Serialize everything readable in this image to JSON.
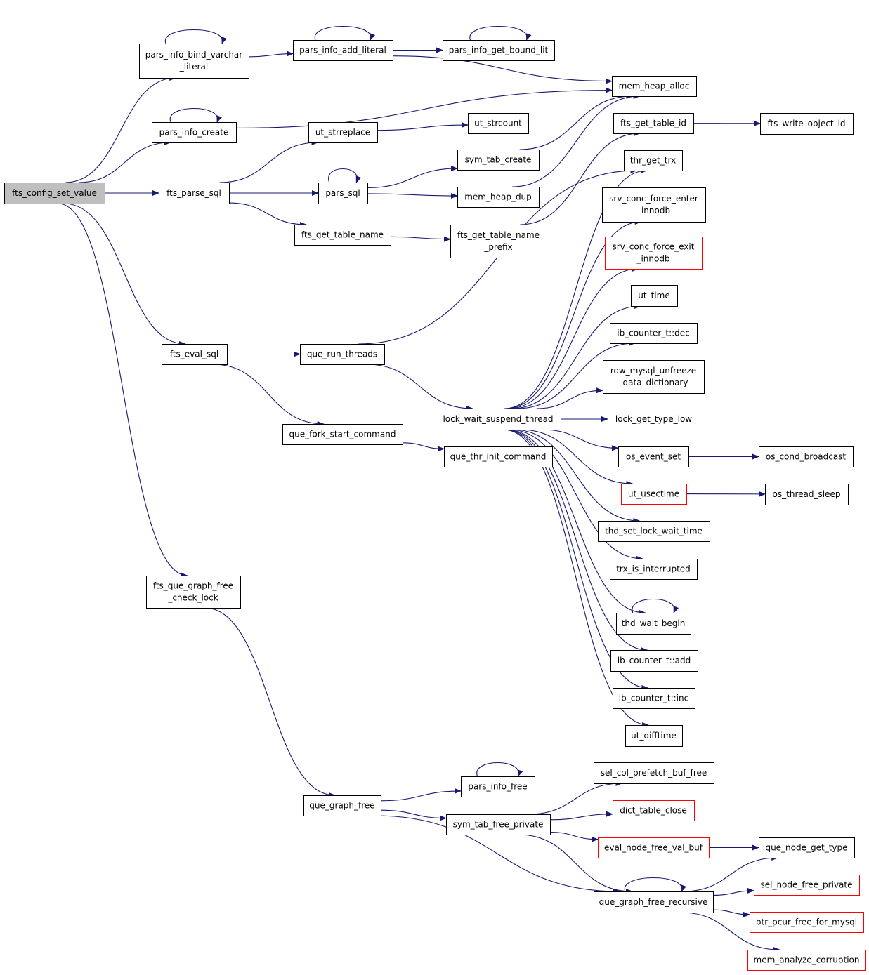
{
  "colors": {
    "edge": "#191970",
    "node_border": "#000000",
    "node_border_truncated": "#ff0000",
    "node_fill": "#ffffff",
    "root_fill": "#bfbfbf",
    "text": "#000000"
  },
  "nodes": [
    {
      "id": "n_root",
      "lines": [
        "fts_config_set_value"
      ],
      "style": "root"
    },
    {
      "id": "n_bindvar",
      "lines": [
        "pars_info_bind_varchar",
        "_literal"
      ]
    },
    {
      "id": "n_addlit",
      "lines": [
        "pars_info_add_literal"
      ]
    },
    {
      "id": "n_getbound",
      "lines": [
        "pars_info_get_bound_lit"
      ]
    },
    {
      "id": "n_heapalloc",
      "lines": [
        "mem_heap_alloc"
      ]
    },
    {
      "id": "n_infocreate",
      "lines": [
        "pars_info_create"
      ]
    },
    {
      "id": "n_strreplace",
      "lines": [
        "ut_strreplace"
      ]
    },
    {
      "id": "n_strcount",
      "lines": [
        "ut_strcount"
      ]
    },
    {
      "id": "n_tableid",
      "lines": [
        "fts_get_table_id"
      ]
    },
    {
      "id": "n_writeobj",
      "lines": [
        "fts_write_object_id"
      ]
    },
    {
      "id": "n_symtab",
      "lines": [
        "sym_tab_create"
      ]
    },
    {
      "id": "n_thrgettrx",
      "lines": [
        "thr_get_trx"
      ]
    },
    {
      "id": "n_parsesql",
      "lines": [
        "fts_parse_sql"
      ]
    },
    {
      "id": "n_parssql",
      "lines": [
        "pars_sql"
      ]
    },
    {
      "id": "n_heapdup",
      "lines": [
        "mem_heap_dup"
      ]
    },
    {
      "id": "n_srventer",
      "lines": [
        "srv_conc_force_enter",
        "_innodb"
      ]
    },
    {
      "id": "n_tablename",
      "lines": [
        "fts_get_table_name"
      ]
    },
    {
      "id": "n_tnprefix",
      "lines": [
        "fts_get_table_name",
        "_prefix"
      ]
    },
    {
      "id": "n_srvexit",
      "lines": [
        "srv_conc_force_exit",
        "_innodb"
      ],
      "style": "truncated"
    },
    {
      "id": "n_uttime",
      "lines": [
        "ut_time"
      ]
    },
    {
      "id": "n_icdec",
      "lines": [
        "ib_counter_t::dec"
      ]
    },
    {
      "id": "n_evalsql",
      "lines": [
        "fts_eval_sql"
      ]
    },
    {
      "id": "n_runthreads",
      "lines": [
        "que_run_threads"
      ]
    },
    {
      "id": "n_rowunfreeze",
      "lines": [
        "row_mysql_unfreeze",
        "_data_dictionary"
      ]
    },
    {
      "id": "n_lockwait",
      "lines": [
        "lock_wait_suspend_thread"
      ]
    },
    {
      "id": "n_locktype",
      "lines": [
        "lock_get_type_low"
      ]
    },
    {
      "id": "n_forkstart",
      "lines": [
        "que_fork_start_command"
      ]
    },
    {
      "id": "n_osevset",
      "lines": [
        "os_event_set"
      ]
    },
    {
      "id": "n_oscond",
      "lines": [
        "os_cond_broadcast"
      ]
    },
    {
      "id": "n_thrinit",
      "lines": [
        "que_thr_init_command"
      ]
    },
    {
      "id": "n_usectime",
      "lines": [
        "ut_usectime"
      ],
      "style": "truncated"
    },
    {
      "id": "n_threadsleep",
      "lines": [
        "os_thread_sleep"
      ]
    },
    {
      "id": "n_thdsetlock",
      "lines": [
        "thd_set_lock_wait_time"
      ]
    },
    {
      "id": "n_trxint",
      "lines": [
        "trx_is_interrupted"
      ]
    },
    {
      "id": "n_graphfreelock",
      "lines": [
        "fts_que_graph_free",
        "_check_lock"
      ]
    },
    {
      "id": "n_thdwait",
      "lines": [
        "thd_wait_begin"
      ]
    },
    {
      "id": "n_icadd",
      "lines": [
        "ib_counter_t::add"
      ]
    },
    {
      "id": "n_icinc",
      "lines": [
        "ib_counter_t::inc"
      ]
    },
    {
      "id": "n_difftime",
      "lines": [
        "ut_difftime"
      ]
    },
    {
      "id": "n_infofree",
      "lines": [
        "pars_info_free"
      ]
    },
    {
      "id": "n_selcol",
      "lines": [
        "sel_col_prefetch_buf_free"
      ]
    },
    {
      "id": "n_graphfree",
      "lines": [
        "que_graph_free"
      ]
    },
    {
      "id": "n_dictclose",
      "lines": [
        "dict_table_close"
      ],
      "style": "truncated"
    },
    {
      "id": "n_symfree",
      "lines": [
        "sym_tab_free_private"
      ]
    },
    {
      "id": "n_evalnode",
      "lines": [
        "eval_node_free_val_buf"
      ],
      "style": "truncated"
    },
    {
      "id": "n_nodetype",
      "lines": [
        "que_node_get_type"
      ]
    },
    {
      "id": "n_selnode",
      "lines": [
        "sel_node_free_private"
      ],
      "style": "truncated"
    },
    {
      "id": "n_gfrec",
      "lines": [
        "que_graph_free_recursive"
      ]
    },
    {
      "id": "n_btrpcur",
      "lines": [
        "btr_pcur_free_for_mysql"
      ],
      "style": "truncated"
    },
    {
      "id": "n_memanalyze",
      "lines": [
        "mem_analyze_corruption"
      ],
      "style": "truncated"
    }
  ],
  "edges": [
    [
      "n_root",
      "n_bindvar"
    ],
    [
      "n_root",
      "n_infocreate"
    ],
    [
      "n_root",
      "n_parsesql"
    ],
    [
      "n_root",
      "n_evalsql"
    ],
    [
      "n_root",
      "n_graphfreelock"
    ],
    [
      "n_bindvar",
      "n_bindvar"
    ],
    [
      "n_bindvar",
      "n_addlit"
    ],
    [
      "n_addlit",
      "n_addlit"
    ],
    [
      "n_addlit",
      "n_getbound"
    ],
    [
      "n_addlit",
      "n_heapalloc"
    ],
    [
      "n_getbound",
      "n_getbound"
    ],
    [
      "n_infocreate",
      "n_infocreate"
    ],
    [
      "n_infocreate",
      "n_heapalloc"
    ],
    [
      "n_parsesql",
      "n_strreplace"
    ],
    [
      "n_parsesql",
      "n_parssql"
    ],
    [
      "n_parsesql",
      "n_tablename"
    ],
    [
      "n_strreplace",
      "n_strcount"
    ],
    [
      "n_parssql",
      "n_parssql"
    ],
    [
      "n_parssql",
      "n_symtab"
    ],
    [
      "n_parssql",
      "n_heapdup"
    ],
    [
      "n_symtab",
      "n_heapalloc"
    ],
    [
      "n_heapdup",
      "n_heapalloc"
    ],
    [
      "n_tablename",
      "n_tnprefix"
    ],
    [
      "n_tnprefix",
      "n_tableid"
    ],
    [
      "n_tableid",
      "n_writeobj"
    ],
    [
      "n_evalsql",
      "n_runthreads"
    ],
    [
      "n_evalsql",
      "n_forkstart"
    ],
    [
      "n_runthreads",
      "n_thrgettrx"
    ],
    [
      "n_runthreads",
      "n_lockwait"
    ],
    [
      "n_forkstart",
      "n_thrinit"
    ],
    [
      "n_lockwait",
      "n_thrgettrx"
    ],
    [
      "n_lockwait",
      "n_srventer"
    ],
    [
      "n_lockwait",
      "n_srvexit"
    ],
    [
      "n_lockwait",
      "n_uttime"
    ],
    [
      "n_lockwait",
      "n_icdec"
    ],
    [
      "n_lockwait",
      "n_rowunfreeze"
    ],
    [
      "n_lockwait",
      "n_locktype"
    ],
    [
      "n_lockwait",
      "n_osevset"
    ],
    [
      "n_lockwait",
      "n_usectime"
    ],
    [
      "n_lockwait",
      "n_thdsetlock"
    ],
    [
      "n_lockwait",
      "n_trxint"
    ],
    [
      "n_lockwait",
      "n_thdwait"
    ],
    [
      "n_lockwait",
      "n_icadd"
    ],
    [
      "n_lockwait",
      "n_icinc"
    ],
    [
      "n_lockwait",
      "n_difftime"
    ],
    [
      "n_osevset",
      "n_oscond"
    ],
    [
      "n_usectime",
      "n_threadsleep"
    ],
    [
      "n_thdwait",
      "n_thdwait"
    ],
    [
      "n_graphfreelock",
      "n_graphfree"
    ],
    [
      "n_graphfree",
      "n_infofree"
    ],
    [
      "n_graphfree",
      "n_symfree"
    ],
    [
      "n_graphfree",
      "n_gfrec"
    ],
    [
      "n_infofree",
      "n_infofree"
    ],
    [
      "n_symfree",
      "n_selcol"
    ],
    [
      "n_symfree",
      "n_dictclose"
    ],
    [
      "n_symfree",
      "n_evalnode"
    ],
    [
      "n_symfree",
      "n_gfrec"
    ],
    [
      "n_evalnode",
      "n_nodetype"
    ],
    [
      "n_gfrec",
      "n_gfrec"
    ],
    [
      "n_gfrec",
      "n_nodetype"
    ],
    [
      "n_gfrec",
      "n_selnode"
    ],
    [
      "n_gfrec",
      "n_btrpcur"
    ],
    [
      "n_gfrec",
      "n_memanalyze"
    ]
  ]
}
